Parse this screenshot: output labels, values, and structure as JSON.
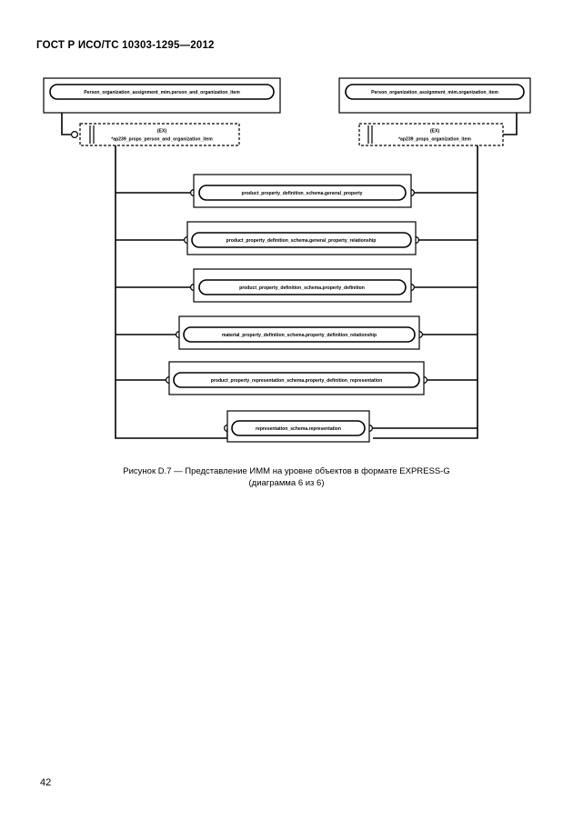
{
  "document": {
    "header": "ГОСТ Р ИСО/ТС 10303-1295—2012",
    "page_number": "42"
  },
  "figure": {
    "caption_line1": "Рисунок D.7 — Представление ИММ на уровне объектов в формате EXPRESS-G",
    "caption_line2": "(диаграмма 6 из 6)",
    "top_boxes": [
      {
        "label": "Person_organization_assignment_mim.person_and_organization_item"
      },
      {
        "label": "Person_organization_assignment_mim.organization_item"
      }
    ],
    "reference_boxes": [
      {
        "kind": "(EX)",
        "label": "*ap239_props_person_and_organization_item"
      },
      {
        "kind": "(EX)",
        "label": "*ap239_props_organization_item"
      }
    ],
    "entities": [
      {
        "label": "product_property_definition_schema.general_property"
      },
      {
        "label": "product_property_definition_schema.general_property_relationship"
      },
      {
        "label": "product_property_definition_schema.property_definition"
      },
      {
        "label": "material_property_definition_schema.property_definition_relationship"
      },
      {
        "label": "product_property_representation_schema.property_definition_representation"
      },
      {
        "label": "representation_schema.representation"
      }
    ],
    "colors": {
      "stroke": "#000000",
      "fill": "#ffffff"
    }
  }
}
